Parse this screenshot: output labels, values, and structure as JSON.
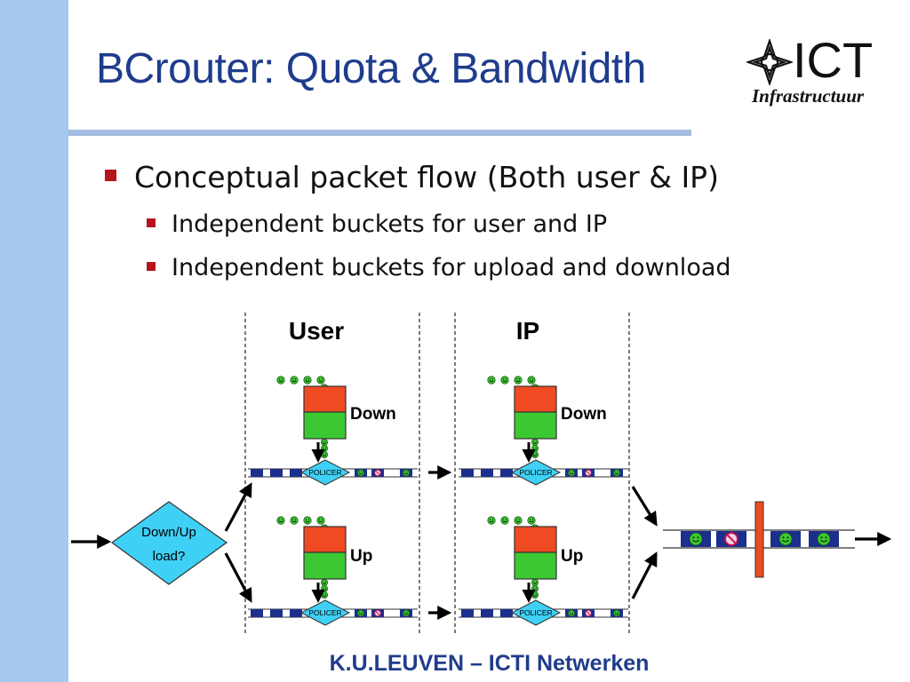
{
  "slide": {
    "title": "BCrouter: Quota & Bandwidth",
    "logo": {
      "main": "ICT",
      "sub": "Infrastructuur"
    },
    "bullets": [
      {
        "text": "Conceptual packet flow (Both user & IP)",
        "level": 1
      },
      {
        "text": "Independent buckets for user and IP",
        "level": 2
      },
      {
        "text": "Independent buckets for upload and download",
        "level": 2
      }
    ],
    "footer": "K.U.LEUVEN – ICTI Netwerken"
  },
  "diagram": {
    "column_user": "User",
    "column_ip": "IP",
    "decision": {
      "line1": "Down/Up",
      "line2": "load?"
    },
    "bucket_down": "Down",
    "bucket_up": "Up",
    "policer": "POLICER"
  },
  "colors": {
    "title": "#1f3c8c",
    "sidebar": "#a4c8ee",
    "bullet": "#b4161b",
    "bucket_red": "#f04a22",
    "bucket_green": "#3cc832",
    "decision_fill": "#3fd0f5",
    "packet_blue": "#1b2f8c"
  }
}
